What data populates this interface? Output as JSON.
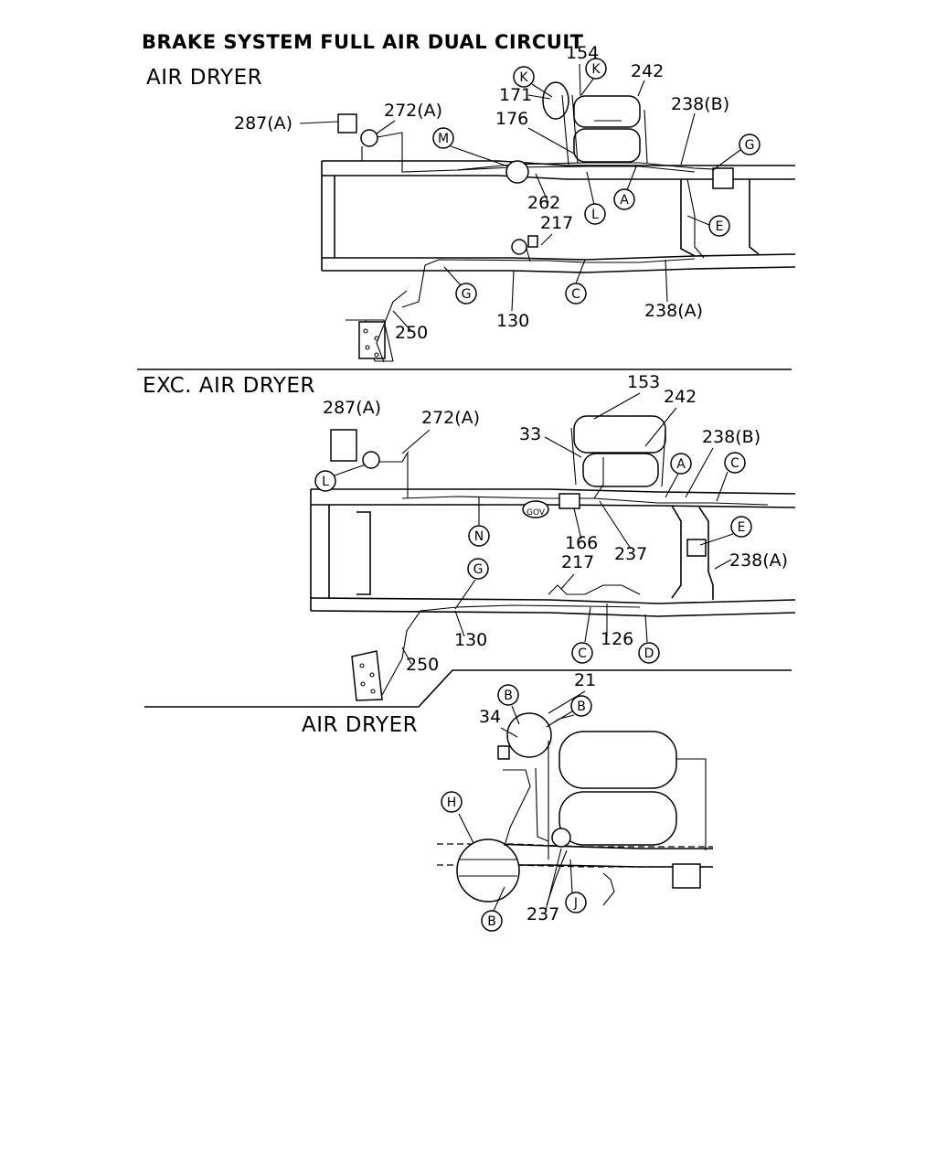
{
  "title": "BRAKE SYSTEM FULL AIR DUAL CIRCUIT",
  "sections": [
    {
      "heading": "AIR DRYER",
      "part_labels": [
        "154",
        "242",
        "171",
        "287(A)",
        "272(A)",
        "176",
        "238(B)",
        "262",
        "217",
        "130",
        "238(A)",
        "250"
      ],
      "ref_letters": [
        "K",
        "K",
        "M",
        "G",
        "A",
        "L",
        "E",
        "G",
        "C"
      ]
    },
    {
      "heading": "EXC. AIR DRYER",
      "part_labels": [
        "153",
        "242",
        "287(A)",
        "272(A)",
        "238(B)",
        "33",
        "166",
        "237",
        "238(A)",
        "217",
        "130",
        "126",
        "250"
      ],
      "ref_letters": [
        "L",
        "A",
        "C",
        "E",
        "N",
        "G",
        "C",
        "D"
      ]
    },
    {
      "heading": "AIR DRYER",
      "part_labels": [
        "21",
        "34",
        "237"
      ],
      "ref_letters": [
        "B",
        "B",
        "H",
        "B",
        "J"
      ]
    }
  ]
}
